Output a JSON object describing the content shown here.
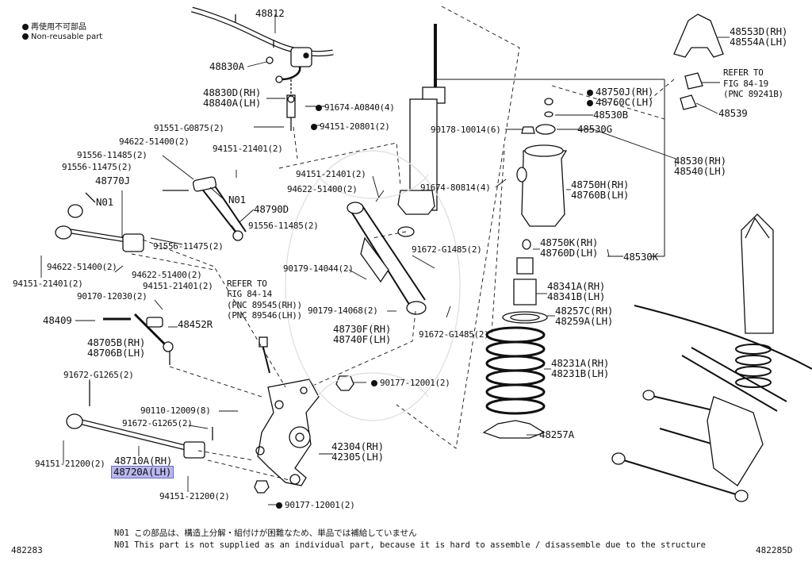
{
  "legend": {
    "jp": "再使用不可部品",
    "en": "Non-reusable part"
  },
  "corner": {
    "left": "482283",
    "right": "482285D"
  },
  "notes": {
    "jp": "N01  この部品は、構造上分解・組付けが困難なため、単品では補給していません",
    "en": "N01  This part is not supplied as an individual part, because it is hard to assemble / disassemble due to the structure"
  },
  "labels": {
    "p48812": "48812",
    "p48830A": "48830A",
    "p48830D": "48830D(RH)",
    "p48840A": "48840A(LH)",
    "p91674A": "91674-A0840(4)",
    "p91551": "91551-G0875(2)",
    "p94151_20801": "94151-20801(2)",
    "p94622_a": "94622-51400(2)",
    "p94151_21401_a": "94151-21401(2)",
    "p91556_11485a": "91556-11485(2)",
    "p91556_11475a": "91556-11475(2)",
    "p48770J": "48770J",
    "n01a": "N01",
    "n01b": "N01",
    "p48790D": "48790D",
    "p91556_11485b": "91556-11485(2)",
    "p91556_11475b": "91556-11475(2)",
    "p94622_b": "94622-51400(2)",
    "p94151_21401_b": "94151-21401(2)",
    "p94622_c": "94622-51400(2)",
    "p94151_21401_c": "94151-21401(2)",
    "p90170": "90170-12030(2)",
    "p48409": "48409",
    "p48452R": "48452R",
    "p48705B": "48705B(RH)",
    "p48706B": "48706B(LH)",
    "p91672_G1265a": "91672-G1265(2)",
    "p90110": "90110-12009(8)",
    "p91672_G1265b": "91672-G1265(2)",
    "p94151_21200a": "94151-21200(2)",
    "p48710A": "48710A(RH)",
    "p48720A": "48720A(LH)",
    "p94151_21200b": "94151-21200(2)",
    "refer1_a": "REFER TO",
    "refer1_b": "FIG 84-14",
    "refer1_c": "(PNC 89545(RH))",
    "refer1_d": "(PNC 89546(LH))",
    "p94151_21401_d": "94151-21401(2)",
    "p94622_d": "94622-51400(2)",
    "p91674_80814": "91674-80814(4)",
    "p90179_14044": "90179-14044(2)",
    "p91672_G1485a": "91672-G1485(2)",
    "p90179_14068": "90179-14068(2)",
    "p48730F": "48730F(RH)",
    "p48740F": "48740F(LH)",
    "p91672_G1485b": "91672-G1485(2)",
    "p90177_a": "90177-12001(2)",
    "p42304": "42304(RH)",
    "p42305": "42305(LH)",
    "p90177_b": "90177-12001(2)",
    "p90178": "90178-10014(6)",
    "p48750J": "48750J(RH)",
    "p48760C": "48760C(LH)",
    "p48530B": "48530B",
    "p48530G": "48530G",
    "p48750H": "48750H(RH)",
    "p48760B": "48760B(LH)",
    "p48750K": "48750K(RH)",
    "p48760D": "48760D(LH)",
    "p48530K": "48530K",
    "p48341A": "48341A(RH)",
    "p48341B": "48341B(LH)",
    "p48257C": "48257C(RH)",
    "p48259A": "48259A(LH)",
    "p48231A": "48231A(RH)",
    "p48231B": "48231B(LH)",
    "p48257A": "48257A",
    "p48553D": "48553D(RH)",
    "p48554A": "48554A(LH)",
    "refer2_a": "REFER TO",
    "refer2_b": "FIG 84-19",
    "refer2_c": "(PNC 89241B)",
    "p48539": "48539",
    "p48530R": "48530(RH)",
    "p48540L": "48540(LH)"
  }
}
